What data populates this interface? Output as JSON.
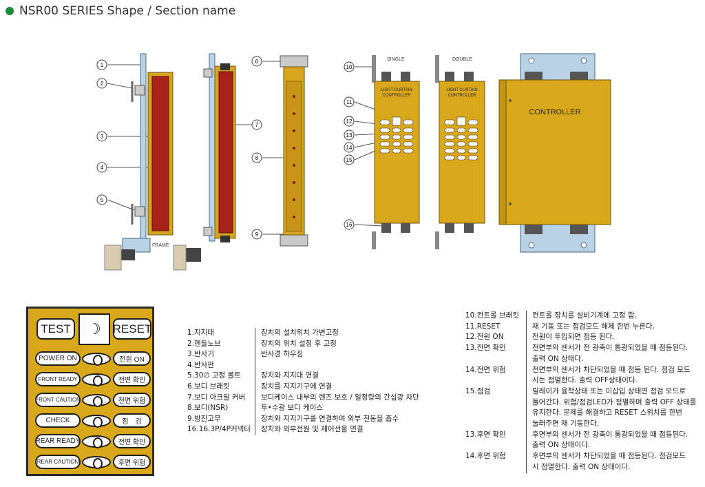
{
  "header": {
    "title": "NSR00 SERIES Shape / Section name"
  },
  "callouts": [
    "1",
    "2",
    "3",
    "4",
    "5",
    "6",
    "7",
    "8",
    "9",
    "10",
    "11",
    "12",
    "13",
    "14",
    "15",
    "16"
  ],
  "diagram_labels": {
    "frame": "FRAME",
    "single": "SINGLE",
    "double": "DOUBLE",
    "controller_big": "CONTROLLER",
    "controller_small_line1": "LIGHT CURTAIN",
    "controller_small_line2": "CONTROLLER"
  },
  "control_panel": {
    "test": "TEST",
    "reset": "RESET",
    "moon": "☽",
    "rows": [
      {
        "left": "POWER ON",
        "right": "전원 ON"
      },
      {
        "left": "FRONT READY",
        "right": "전면 확인"
      },
      {
        "left": "FRONT CAUTION",
        "right": "전면 위험"
      },
      {
        "left": "CHECK",
        "right": "점　검"
      },
      {
        "left": "REAR READY",
        "right": "전면 확인"
      },
      {
        "left": "REAR CAUTION",
        "right": "후면 위험"
      }
    ]
  },
  "legend_left": [
    {
      "name": "1.지지대",
      "desc": "장치의 설치위치 가변고정"
    },
    {
      "name": "2.핸들노브",
      "desc": "장치의 위치 설정 후 고정"
    },
    {
      "name": "3.반사기",
      "desc": "반사경 하우징"
    },
    {
      "name": "4.반사판",
      "desc": ""
    },
    {
      "name": "5.30∅ 고정 볼트",
      "desc": "장치와 지지대 연결"
    },
    {
      "name": "6.보디 브래킷",
      "desc": "장치를 지지기구에 연결"
    },
    {
      "name": "7.보디 아크릴 커버",
      "desc": "보디케이스 내부의 렌즈 보호 / 일정량의 간섭광 차단"
    },
    {
      "name": "8.보디(NSR)",
      "desc": "투•수광 보디 케이스"
    },
    {
      "name": "9.방진고무",
      "desc": "장치와 지지기구를 연결하여 외부 진동을 흡수"
    },
    {
      "name": "16.16.3P/4P커넥터",
      "desc": "장치와 외부전원 및 제어선을 연결"
    }
  ],
  "legend_right": [
    {
      "name": "10.컨트롤 브래킷",
      "desc": [
        "컨트롤 장치를 설비기계에 고정 함."
      ]
    },
    {
      "name": "11.RESET",
      "desc": [
        "재 기동 또는 점검모드 해제  한번 누른다."
      ]
    },
    {
      "name": "12.전원 ON",
      "desc": [
        "전원이 투입되면 점등 된다."
      ]
    },
    {
      "name": "13.전면 확인",
      "desc": [
        "전면부의 센서가 전 광축이 통광되었을 때 점등된다.",
        "출력 ON 상태다."
      ]
    },
    {
      "name": "14.전면 위험",
      "desc": [
        "전면부의 센서가 차단되었을 때 점등 된다. 점검 모드",
        "시는 점멸한다. 출력 OFF상태이다."
      ]
    },
    {
      "name": "15.점검",
      "desc": [
        "릴레이가 융착상태 또는 미삽입 상태면 점검 모드로",
        "들어간다. 위험/점검LED가 점멸하며 출력 OFF 상태를",
        "유지한다. 문제를 해결하고 RESET 스위치를 한번",
        "눌러주면 재 기동한다."
      ]
    },
    {
      "name": "13.후면 확인",
      "desc": [
        "후면부의 센서가 전 광축이 통광되었을 때 점등된다.",
        "출력 ON 상태이다."
      ]
    },
    {
      "name": "14.후면 위험",
      "desc": [
        "후면부의 센서가 차단되었을 때 점등된다. 점검모드",
        "시 점멸한다. 출력 ON 상태이다."
      ]
    }
  ]
}
